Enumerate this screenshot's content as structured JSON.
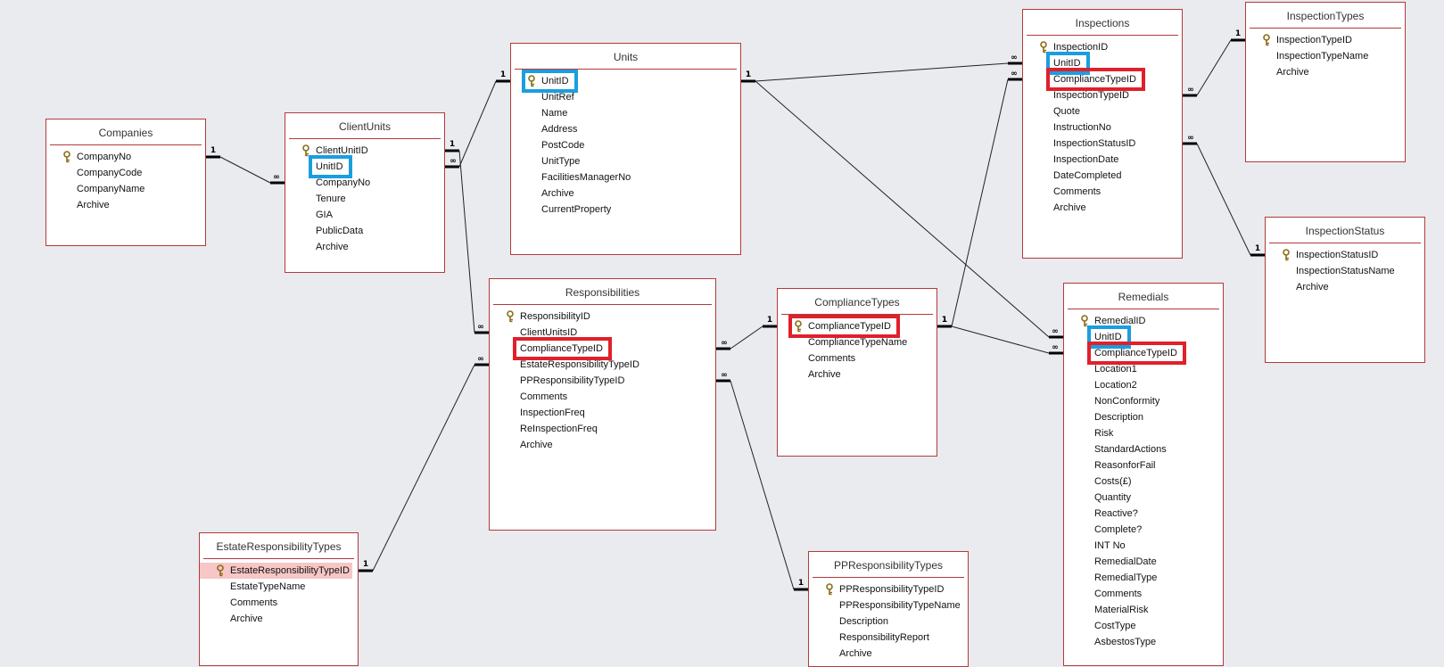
{
  "tables": {
    "companies": {
      "name": "Companies",
      "fields": [
        {
          "name": "CompanyNo",
          "pk": true
        },
        {
          "name": "CompanyCode"
        },
        {
          "name": "CompanyName"
        },
        {
          "name": "Archive"
        }
      ]
    },
    "clientunits": {
      "name": "ClientUnits",
      "fields": [
        {
          "name": "ClientUnitID",
          "pk": true
        },
        {
          "name": "UnitID"
        },
        {
          "name": "CompanyNo"
        },
        {
          "name": "Tenure"
        },
        {
          "name": "GIA"
        },
        {
          "name": "PublicData"
        },
        {
          "name": "Archive"
        }
      ]
    },
    "units": {
      "name": "Units",
      "fields": [
        {
          "name": "UnitID",
          "pk": true
        },
        {
          "name": "UnitRef"
        },
        {
          "name": "Name"
        },
        {
          "name": "Address"
        },
        {
          "name": "PostCode"
        },
        {
          "name": "UnitType"
        },
        {
          "name": "FacilitiesManagerNo"
        },
        {
          "name": "Archive"
        },
        {
          "name": "CurrentProperty"
        }
      ]
    },
    "inspections": {
      "name": "Inspections",
      "fields": [
        {
          "name": "InspectionID",
          "pk": true
        },
        {
          "name": "UnitID"
        },
        {
          "name": "ComplianceTypeID"
        },
        {
          "name": "InspectionTypeID"
        },
        {
          "name": "Quote"
        },
        {
          "name": "InstructionNo"
        },
        {
          "name": "InspectionStatusID"
        },
        {
          "name": "InspectionDate"
        },
        {
          "name": "DateCompleted"
        },
        {
          "name": "Comments"
        },
        {
          "name": "Archive"
        }
      ]
    },
    "inspectiontypes": {
      "name": "InspectionTypes",
      "fields": [
        {
          "name": "InspectionTypeID",
          "pk": true
        },
        {
          "name": "InspectionTypeName"
        },
        {
          "name": "Archive"
        }
      ]
    },
    "inspectionstatus": {
      "name": "InspectionStatus",
      "fields": [
        {
          "name": "InspectionStatusID",
          "pk": true
        },
        {
          "name": "InspectionStatusName"
        },
        {
          "name": "Archive"
        }
      ]
    },
    "responsibilities": {
      "name": "Responsibilities",
      "fields": [
        {
          "name": "ResponsibilityID",
          "pk": true
        },
        {
          "name": "ClientUnitsID"
        },
        {
          "name": "ComplianceTypeID"
        },
        {
          "name": "EstateResponsibilityTypeID"
        },
        {
          "name": "PPResponsibilityTypeID"
        },
        {
          "name": "Comments"
        },
        {
          "name": "InspectionFreq"
        },
        {
          "name": "ReInspectionFreq"
        },
        {
          "name": "Archive"
        }
      ]
    },
    "compliancetypes": {
      "name": "ComplianceTypes",
      "fields": [
        {
          "name": "ComplianceTypeID",
          "pk": true
        },
        {
          "name": "ComplianceTypeName"
        },
        {
          "name": "Comments"
        },
        {
          "name": "Archive"
        }
      ]
    },
    "remedials": {
      "name": "Remedials",
      "fields": [
        {
          "name": "RemedialID",
          "pk": true
        },
        {
          "name": "UnitID"
        },
        {
          "name": "ComplianceTypeID"
        },
        {
          "name": "Location1"
        },
        {
          "name": "Location2"
        },
        {
          "name": "NonConformity"
        },
        {
          "name": "Description"
        },
        {
          "name": "Risk"
        },
        {
          "name": "StandardActions"
        },
        {
          "name": "ReasonforFail"
        },
        {
          "name": "Costs(£)"
        },
        {
          "name": "Quantity"
        },
        {
          "name": "Reactive?"
        },
        {
          "name": "Complete?"
        },
        {
          "name": "INT No"
        },
        {
          "name": "RemedialDate"
        },
        {
          "name": "RemedialType"
        },
        {
          "name": "Comments"
        },
        {
          "name": "MaterialRisk"
        },
        {
          "name": "CostType"
        },
        {
          "name": "AsbestosType"
        }
      ]
    },
    "estateresponsibilitytypes": {
      "name": "EstateResponsibilityTypes",
      "fields": [
        {
          "name": "EstateResponsibilityTypeID",
          "pk": true,
          "selected": true
        },
        {
          "name": "EstateTypeName"
        },
        {
          "name": "Comments"
        },
        {
          "name": "Archive"
        }
      ]
    },
    "ppresponsibilitytypes": {
      "name": "PPResponsibilityTypes",
      "fields": [
        {
          "name": "PPResponsibilityTypeID",
          "pk": true
        },
        {
          "name": "PPResponsibilityTypeName"
        },
        {
          "name": "Description"
        },
        {
          "name": "ResponsibilityReport"
        },
        {
          "name": "Archive"
        }
      ]
    }
  },
  "relationships": [
    {
      "from": "companies.CompanyNo",
      "to": "clientunits.CompanyNo",
      "one": "1",
      "many": "∞"
    },
    {
      "from": "units.UnitID",
      "to": "clientunits.UnitID",
      "one": "1",
      "many": "∞"
    },
    {
      "from": "clientunits.ClientUnitID",
      "to": "responsibilities.ClientUnitsID",
      "one": "1",
      "many": "∞"
    },
    {
      "from": "units.UnitID",
      "to": "inspections.UnitID",
      "one": "1",
      "many": "∞"
    },
    {
      "from": "units.UnitID",
      "to": "remedials.UnitID",
      "one": "1",
      "many": "∞"
    },
    {
      "from": "compliancetypes.ComplianceTypeID",
      "to": "responsibilities.ComplianceTypeID",
      "one": "1",
      "many": "∞"
    },
    {
      "from": "compliancetypes.ComplianceTypeID",
      "to": "inspections.ComplianceTypeID",
      "one": "1",
      "many": "∞"
    },
    {
      "from": "compliancetypes.ComplianceTypeID",
      "to": "remedials.ComplianceTypeID",
      "one": "1",
      "many": "∞"
    },
    {
      "from": "inspectiontypes.InspectionTypeID",
      "to": "inspections.InspectionTypeID",
      "one": "1",
      "many": "∞"
    },
    {
      "from": "inspectionstatus.InspectionStatusID",
      "to": "inspections.InspectionStatusID",
      "one": "1",
      "many": "∞"
    },
    {
      "from": "estateresponsibilitytypes.EstateResponsibilityTypeID",
      "to": "responsibilities.EstateResponsibilityTypeID",
      "one": "1",
      "many": "∞"
    },
    {
      "from": "ppresponsibilitytypes.PPResponsibilityTypeID",
      "to": "responsibilities.PPResponsibilityTypeID",
      "one": "1",
      "many": "∞"
    }
  ],
  "highlights": [
    {
      "table": "units",
      "field": "UnitID",
      "color": "#1a9ee0"
    },
    {
      "table": "clientunits",
      "field": "UnitID",
      "color": "#1a9ee0"
    },
    {
      "table": "inspections",
      "field": "UnitID",
      "color": "#1a9ee0"
    },
    {
      "table": "remedials",
      "field": "UnitID",
      "color": "#1a9ee0"
    },
    {
      "table": "inspections",
      "field": "ComplianceTypeID",
      "color": "#e0202a"
    },
    {
      "table": "responsibilities",
      "field": "ComplianceTypeID",
      "color": "#e0202a"
    },
    {
      "table": "compliancetypes",
      "field": "ComplianceTypeID",
      "color": "#e0202a"
    },
    {
      "table": "remedials",
      "field": "ComplianceTypeID",
      "color": "#e0202a"
    }
  ]
}
